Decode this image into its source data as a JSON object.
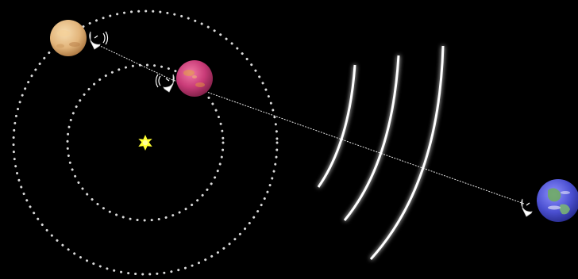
{
  "scene": {
    "background": "#000000",
    "elements": [
      "star-icon",
      "inner-orbit",
      "outer-orbit",
      "inner-planet-mars",
      "outer-planet-venus-like",
      "earth-planet",
      "satellite-dish-icon",
      "signal-line",
      "radio-wave-arcs"
    ]
  },
  "colors": {
    "orbit_dots": "#d9d9d9",
    "sun": "#ffff33",
    "signal_line": "#ffffff",
    "wave": "#ffffff",
    "inner_planet": "#c93b78",
    "outer_planet": "#e9bf86",
    "earth_ocean": "#4a4fd0",
    "earth_land": "#6fae5a"
  },
  "icons": {
    "sun": "star-icon",
    "dish": "satellite-dish-icon",
    "planet": "planet-icon"
  }
}
